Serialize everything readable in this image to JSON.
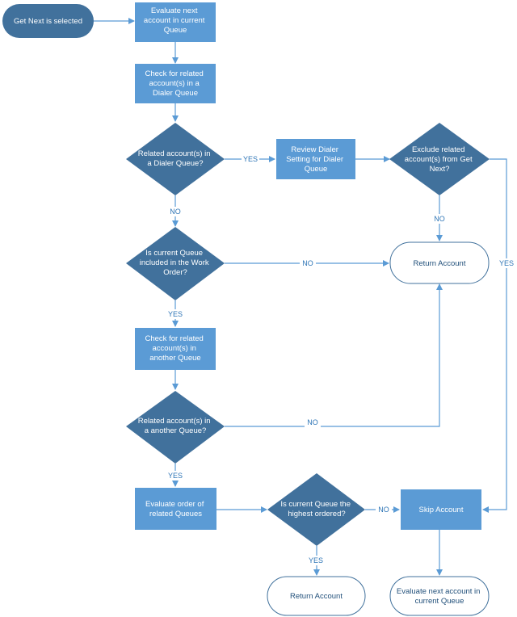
{
  "nodes": {
    "start": [
      "Get Next is selected"
    ],
    "evaluate_next": [
      "Evaluate next",
      "account in current",
      "Queue"
    ],
    "check_dialer": [
      "Check for related",
      "account(s) in a",
      "Dialer Queue"
    ],
    "dec_dialer": [
      "Related account(s) in",
      "a Dialer Queue?"
    ],
    "review_dialer": [
      "Review Dialer",
      "Setting for Dialer",
      "Queue"
    ],
    "dec_exclude": [
      "Exclude related",
      "account(s) from Get",
      "Next?"
    ],
    "return_1": [
      "Return Account"
    ],
    "dec_work_order": [
      "Is current Queue",
      "included in the Work",
      "Order?"
    ],
    "check_another": [
      "Check for related",
      "account(s) in",
      "another Queue"
    ],
    "dec_another": [
      "Related account(s) in",
      "a another Queue?"
    ],
    "evaluate_order": [
      "Evaluate order of",
      "related Queues"
    ],
    "dec_highest": [
      "Is current Queue the",
      "highest ordered?"
    ],
    "skip": [
      "Skip Account"
    ],
    "return_2": [
      "Return Account"
    ],
    "evaluate_next_2": [
      "Evaluate next account in",
      "current Queue"
    ]
  },
  "edge_labels": {
    "yes_dialer": "YES",
    "no_exclude": "NO",
    "yes_exclude": "YES",
    "no_dialer": "NO",
    "no_work_order": "NO",
    "yes_work_order": "YES",
    "no_another": "NO",
    "yes_another": "YES",
    "no_highest": "NO",
    "yes_highest": "YES"
  },
  "colors": {
    "process_fill": "#5b9bd5",
    "decision_fill": "#41719c",
    "terminal_fill": "#41719c",
    "edge": "#5b9bd5",
    "label": "#2e75b6"
  }
}
